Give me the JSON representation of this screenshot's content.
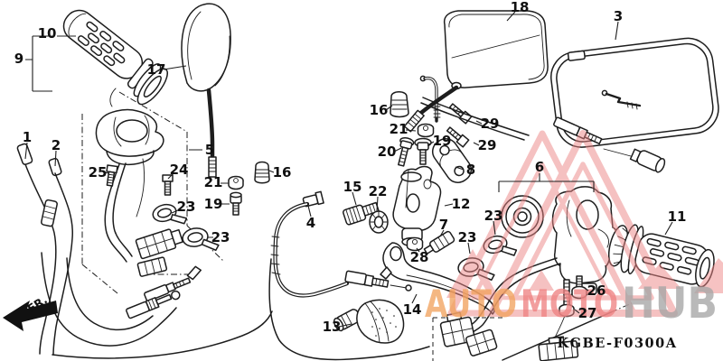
{
  "diagram": {
    "code": "KGBE-F0300A",
    "front_label": "FR."
  },
  "watermark": {
    "triangle_color": "#ed8585",
    "segments": [
      {
        "text": "AUTO",
        "color": "#f2a35f"
      },
      {
        "text": "MOTO",
        "color": "#ef8383"
      },
      {
        "text": "HUB",
        "color": "#a6a6a6"
      }
    ]
  },
  "callouts": [
    {
      "num": "1"
    },
    {
      "num": "2"
    },
    {
      "num": "3"
    },
    {
      "num": "4"
    },
    {
      "num": "5"
    },
    {
      "num": "6"
    },
    {
      "num": "7"
    },
    {
      "num": "8"
    },
    {
      "num": "9"
    },
    {
      "num": "10"
    },
    {
      "num": "11"
    },
    {
      "num": "12"
    },
    {
      "num": "13"
    },
    {
      "num": "14"
    },
    {
      "num": "15"
    },
    {
      "num": "16"
    },
    {
      "num": "16"
    },
    {
      "num": "17"
    },
    {
      "num": "18"
    },
    {
      "num": "19"
    },
    {
      "num": "19"
    },
    {
      "num": "20"
    },
    {
      "num": "21"
    },
    {
      "num": "21"
    },
    {
      "num": "22"
    },
    {
      "num": "23"
    },
    {
      "num": "23"
    },
    {
      "num": "23"
    },
    {
      "num": "23"
    },
    {
      "num": "24"
    },
    {
      "num": "25"
    },
    {
      "num": "26"
    },
    {
      "num": "27"
    },
    {
      "num": "28"
    },
    {
      "num": "29"
    },
    {
      "num": "29"
    }
  ]
}
